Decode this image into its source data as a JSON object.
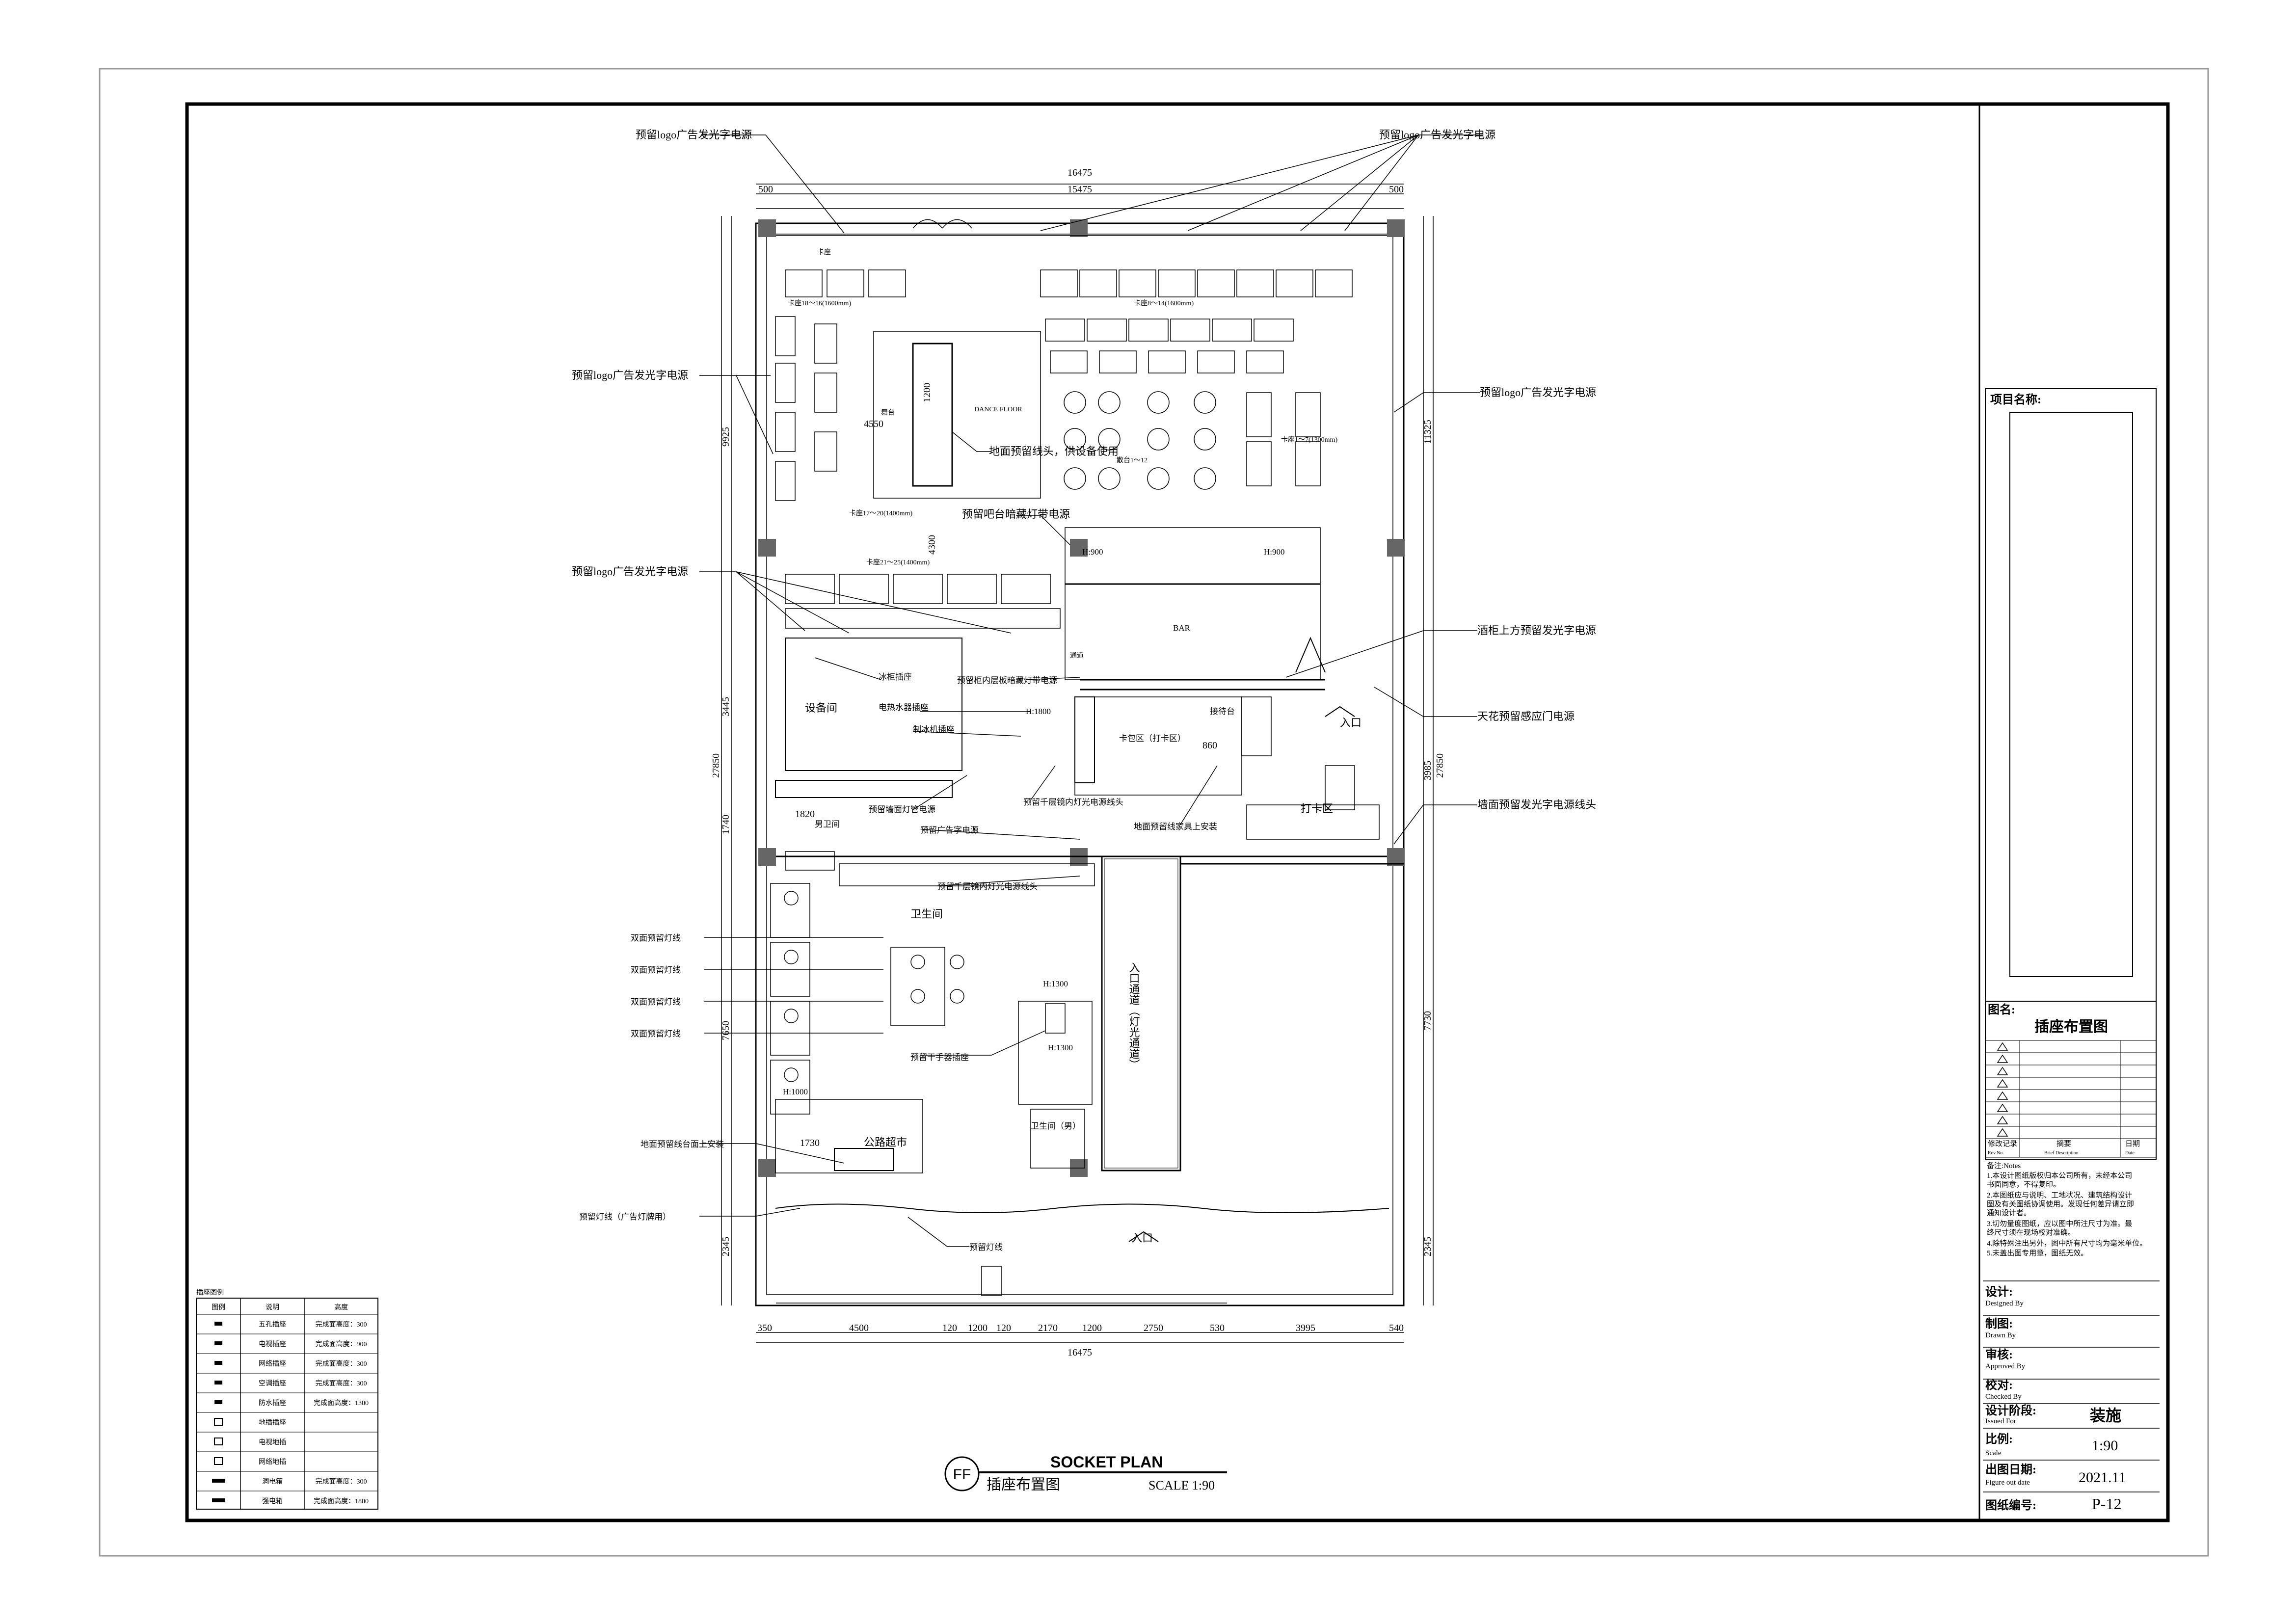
{
  "drawing": {
    "title_en": "SOCKET PLAN",
    "title_cn": "插座布置图",
    "scale_text": "SCALE 1:90",
    "symbol": "FF"
  },
  "callouts": {
    "logo_power": "预留logo广告发光字电源",
    "floor_outlet_equipment": "地面预留线头，供设备使用",
    "bar_counter_light": "预留吧台暗藏灯带电源",
    "wine_cabinet_light": "酒柜上方预留发光字电源",
    "ceiling_door_sensor": "天花预留感应门电源",
    "wall_logo_outlet": "墙面预留发光字电源线头",
    "fridge_socket": "冰柜插座",
    "cabinet_shelf_light": "预留柜内层板暗藏灯带电源",
    "water_heater_socket": "电热水器插座",
    "ice_machine_socket": "制冰机插座",
    "wall_lamp_power": "预留墙面灯管电源",
    "dry_mirror_power": "预留千层镜内灯光电源线头",
    "ad_text_power": "预留广告字电源",
    "floor_furniture": "地面预留线家具上安装",
    "dry_mirror_power_2": "预留千层镜内灯光电源线头",
    "double_light_line": "双面预留灯线",
    "hand_dryer_socket": "预留干手器插座",
    "floor_desk": "地面预留线台面上安装",
    "light_line_sign": "预留灯线（广告灯牌用）",
    "light_line": "预留灯线"
  },
  "rooms": {
    "dance_floor": "DANCE FLOOR",
    "equipment_room": "设备间",
    "restroom": "卫生间",
    "restroom_male": "卫生间（男）",
    "private_room": "卡包区（打卡区）",
    "reception": "接待台",
    "entry_corridor": "入口通道（灯光通道）",
    "entrance": "入口",
    "checkin": "打卡区",
    "store": "公路超市",
    "bar": "BAR",
    "booth": "卡座",
    "passage": "通道",
    "booth_a": "卡座18～16(1600mm)",
    "booth_b": "卡座8～14(1600mm)",
    "booth_c": "卡座17～20(1400mm)",
    "booth_d": "卡座21～25(1400mm)",
    "booth_e": "卡座1～7(1300mm)",
    "scatter": "散台1～12",
    "stage": "舞台",
    "men": "男卫间"
  },
  "dimensions": {
    "top_total": "16475",
    "top_inner": "15475",
    "top_left": "500",
    "top_right": "500",
    "left_total": "27850",
    "right_total": "27850",
    "left_a": "9925",
    "left_b": "3445",
    "left_c": "1740",
    "left_d": "7650",
    "left_e": "2345",
    "right_a": "11325",
    "right_b": "3985",
    "right_c": "7730",
    "right_d": "2345",
    "bottom_total": "16475",
    "bottom_segments": [
      "350",
      "4500",
      "120",
      "1200",
      "120",
      "2170",
      "1200",
      "2750",
      "530",
      "3995",
      "540"
    ],
    "inner_4550": "4550",
    "inner_4300": "4300",
    "inner_1200": "1200",
    "inner_1820": "1820",
    "inner_860": "860",
    "inner_1730": "1730",
    "h900": "H:900",
    "h1800": "H:1800",
    "h1300": "H:1300",
    "h1000": "H:1000"
  },
  "legend": {
    "title": "插座图例",
    "headers": [
      "图例",
      "说明",
      "高度"
    ],
    "rows": [
      {
        "desc": "五孔插座",
        "height": "完成面高度：300"
      },
      {
        "desc": "电视插座",
        "height": "完成面高度：900"
      },
      {
        "desc": "网络插座",
        "height": "完成面高度：300"
      },
      {
        "desc": "空调插座",
        "height": "完成面高度：300"
      },
      {
        "desc": "防水插座",
        "height": "完成面高度：1300"
      },
      {
        "desc": "地插插座",
        "height": ""
      },
      {
        "desc": "电视地插",
        "height": ""
      },
      {
        "desc": "网络地插",
        "height": ""
      },
      {
        "desc": "洞电箱",
        "height": "完成面高度：300"
      },
      {
        "desc": "强电箱",
        "height": "完成面高度：1800"
      }
    ]
  },
  "title_block": {
    "project_name_label": "项目名称:",
    "drawing_name_label": "图名:",
    "drawing_name": "插座布置图",
    "revision_headers": [
      "修改记录",
      "摘要",
      "日期"
    ],
    "revision_headers_en": [
      "Rev.No.",
      "Brief Description",
      "Date"
    ],
    "notes_label": "备注:Notes",
    "notes": [
      "1.本设计图纸版权归本公司所有，未经本公司",
      "书面同意，不得复印。",
      "2.本图纸应与说明、工地状况、建筑结构设计",
      "图及有关图纸协调使用。发现任何差异请立即",
      "通知设计者。",
      "3.切勿量度图纸，应以图中所注尺寸为准。最",
      "终尺寸须在现场校对准确。",
      "4.除特殊注出另外，图中所有尺寸均为毫米单位。",
      "5.未盖出图专用章，图纸无效。"
    ],
    "designed_label": "设计:",
    "designed_en": "Designed By",
    "drawn_label": "制图:",
    "drawn_en": "Drawn By",
    "approved_label": "审核:",
    "approved_en": "Approved By",
    "checked_label": "校对:",
    "checked_en": "Checked By",
    "issue_label": "设计阶段:",
    "issue_en": "Issued For",
    "issue_value": "装施",
    "scale_label": "比例:",
    "scale_en": "Scale",
    "scale_value": "1:90",
    "date_label": "出图日期:",
    "date_en": "Figure out date",
    "date_value": "2021.11",
    "number_label": "图纸编号:",
    "number_value": "P-12"
  }
}
